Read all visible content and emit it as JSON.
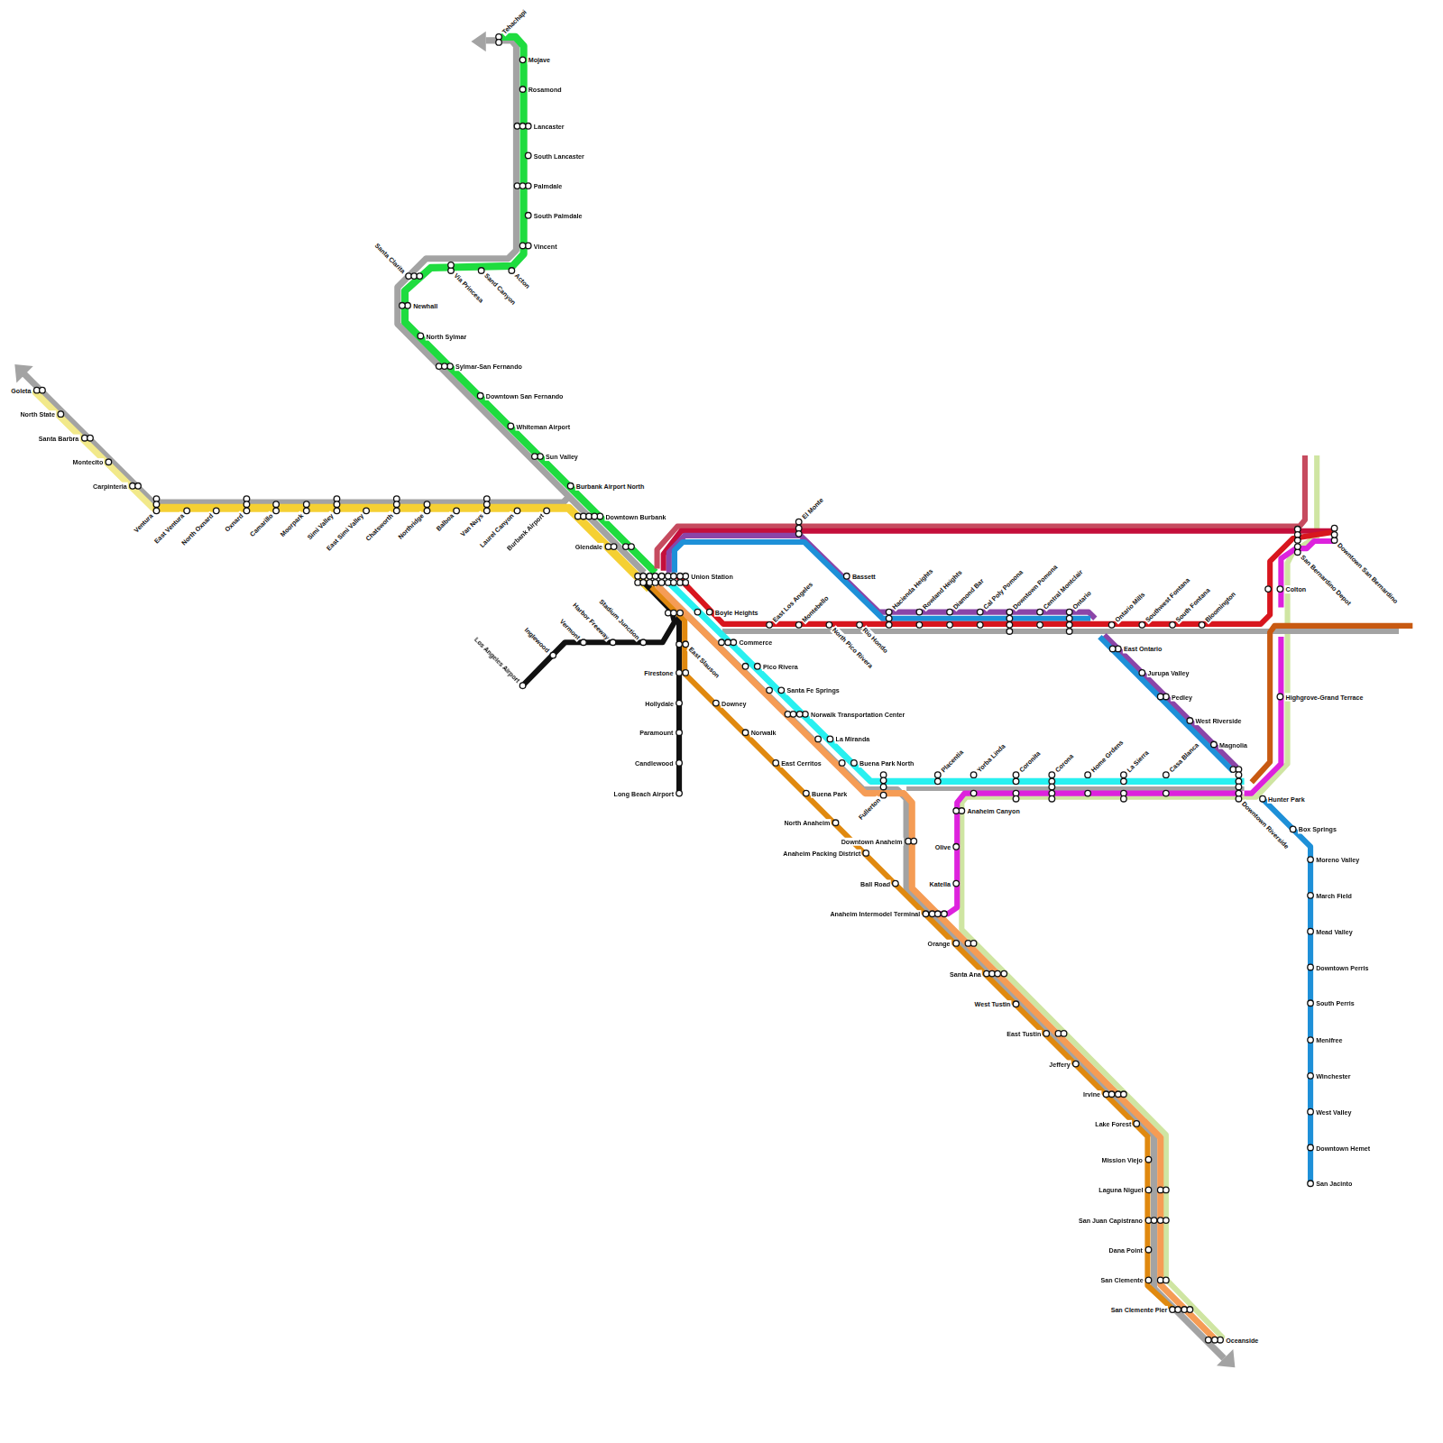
{
  "diagram": {
    "labels": [
      "Tehachapi",
      "Mojave",
      "Rosamond",
      "Lancaster",
      "South Lancaster",
      "Palmdale",
      "South Palmdale",
      "Vincent",
      "Santa Clarita",
      "Via Princesa",
      "Sand Canyon",
      "Acton",
      "Newhall",
      "North Sylmar",
      "Sylmar-San Fernando",
      "Downtown San Fernando",
      "Whiteman Airport",
      "Sun Valley",
      "Burbank Airport North",
      "Downtown Burbank",
      "Glendale",
      "Union Station",
      "Goleta",
      "North State",
      "Santa Barbra",
      "Montecito",
      "Carpinteria",
      "Ventura",
      "East Ventura",
      "North Oxnard",
      "Oxnard",
      "Camarillo",
      "Moorpark",
      "Simi Valley",
      "East Simi Valley",
      "Chatsworth",
      "Northridge",
      "Balboa",
      "Van Nuys",
      "Laurel Canyon",
      "Burbank Airport",
      "Los Angeles Airport",
      "Inglewood",
      "Vermont",
      "Harbor Freeway",
      "Stadium Junction",
      "East Slauson",
      "Firestone",
      "Hollydale",
      "Paramount",
      "Candlewood",
      "Long Beach Airport",
      "Downey",
      "Norwalk",
      "East Cerritos",
      "Buena Park",
      "North Anaheim",
      "Anaheim Packing District",
      "Ball Road",
      "Downtown Anaheim",
      "Anaheim Intermodel Terminal",
      "Orange",
      "Santa Ana",
      "West Tustin",
      "East Tustin",
      "Jeffery",
      "Irvine",
      "Lake Forest",
      "Mission Viejo",
      "Laguna Niguel",
      "San Juan Capistrano",
      "Dana Point",
      "San Clemente",
      "San Clemente Pier",
      "Oceanside",
      "Boyle Heights",
      "Commerce",
      "Pico Rivera",
      "Santa Fe Springs",
      "Norwalk Transportation Center",
      "La Miranda",
      "Buena Park North",
      "Fullerton",
      "Placentia",
      "Yorba Linda",
      "Coronita",
      "Corona",
      "Home Grdens",
      "La Sierra",
      "Casa Blanca",
      "Downtown Riverside",
      "Anaheim Canyon",
      "Olive",
      "Katella",
      "El Monte",
      "Bassett",
      "East Los Angeles",
      "Montebello",
      "North Pico Rivera",
      "Rio Hondo",
      "Hacienda Heights",
      "Rowland Heights",
      "Diamond Bar",
      "Cal Poly Pomona",
      "Downtown Pomona",
      "Central Montclair",
      "Ontario",
      "Ontario Mills",
      "Southwest Fontana",
      "South Fontana",
      "Bloomington",
      "East Ontario",
      "Jurupa Valley",
      "Pedley",
      "West Riverside",
      "Magnolia",
      "Colton",
      "San Bernardino Depot",
      "Downtown San Bernardino",
      "Highgrove-Grand Terrace",
      "Hunter Park",
      "Box Springs",
      "Moreno Valley",
      "March Field",
      "Mead Valley",
      "Downtown Perris",
      "South Perris",
      "Menifree",
      "Winchester",
      "West Valley",
      "Downtown Hemet",
      "San Jacinto"
    ]
  }
}
